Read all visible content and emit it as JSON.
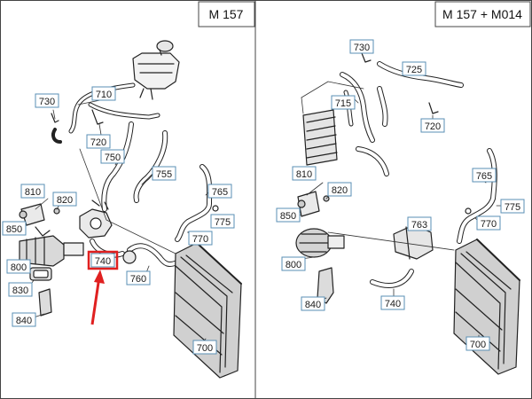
{
  "panels": {
    "left": {
      "title": "M 157",
      "labels": {
        "p710": "710",
        "p720": "720",
        "p730": "730",
        "p740": "740",
        "p750": "750",
        "p755": "755",
        "p760": "760",
        "p765": "765",
        "p770": "770",
        "p775": "775",
        "p800": "800",
        "p810": "810",
        "p820": "820",
        "p830": "830",
        "p840": "840",
        "p850": "850",
        "p700": "700"
      }
    },
    "right": {
      "title": "M 157 + M014",
      "labels": {
        "p715": "715",
        "p720": "720",
        "p725": "725",
        "p730": "730",
        "p740": "740",
        "p763": "763",
        "p765": "765",
        "p770": "770",
        "p775": "775",
        "p800": "800",
        "p810": "810",
        "p820": "820",
        "p840": "840",
        "p850": "850",
        "p700": "700"
      }
    }
  },
  "highlight": {
    "color": "#e02020"
  },
  "colors": {
    "callout_border": "#5a8fb4",
    "line": "#222222"
  }
}
